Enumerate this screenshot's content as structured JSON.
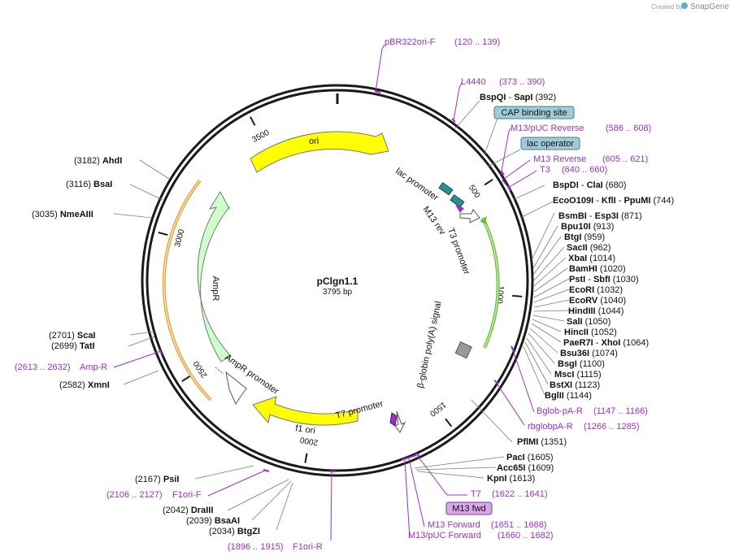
{
  "branding": {
    "created_by": "Created by",
    "app": "SnapGene"
  },
  "plasmid": {
    "name": "pClgn1.1",
    "size": "3795 bp"
  },
  "ticks": [
    {
      "label": "500",
      "angle": 57
    },
    {
      "label": "1000",
      "angle": 95
    },
    {
      "label": "1500",
      "angle": 142
    },
    {
      "label": "2000",
      "angle": 190
    },
    {
      "label": "2500",
      "angle": 237
    },
    {
      "label": "3000",
      "angle": 285
    },
    {
      "label": "3500",
      "angle": 332
    }
  ],
  "features": [
    {
      "name": "ori",
      "label": "ori",
      "color": "#ffff00"
    },
    {
      "name": "f1 ori",
      "label": "f1 ori",
      "color": "#ffff00"
    },
    {
      "name": "AmpR",
      "label": "AmpR",
      "color": "#ccffcc"
    },
    {
      "name": "AmpR promoter",
      "label": "AmpR promoter",
      "color": "#ffffff"
    },
    {
      "name": "β-globin poly(A) signal",
      "label": "β-globin poly(A) signal",
      "color": "#888888"
    },
    {
      "name": "lac promoter",
      "label": "lac promoter",
      "color": "#2f8f8f"
    },
    {
      "name": "M13 rev",
      "label": "M13 rev",
      "color": "#2f8f8f"
    },
    {
      "name": "T3 promoter",
      "label": "T3 promoter",
      "color": "#ffffff"
    },
    {
      "name": "T7 promoter",
      "label": "T7 promoter",
      "color": "#ffffff"
    }
  ],
  "boxed_features": [
    {
      "label": "CAP binding site",
      "color": "#9ecbd6"
    },
    {
      "label": "lac operator",
      "color": "#9ecbd6"
    },
    {
      "label": "M13 fwd",
      "color": "#d9a6e8"
    }
  ],
  "primers_right": [
    {
      "name": "pBR322ori-F",
      "range": "(120 .. 139)"
    },
    {
      "name": "L4440",
      "range": "(373 .. 390)"
    },
    {
      "name": "M13/pUC Reverse",
      "range": "(586 .. 608)"
    },
    {
      "name": "M13 Reverse",
      "range": "(605 .. 621)"
    },
    {
      "name": "T3",
      "range": "(640 .. 660)"
    },
    {
      "name": "Bglob-pA-R",
      "range": "(1147 .. 1166)"
    },
    {
      "name": "rbglobpA-R",
      "range": "(1266 .. 1285)"
    },
    {
      "name": "T7",
      "range": "(1622 .. 1641)"
    },
    {
      "name": "M13 Forward",
      "range": "(1651 .. 1668)"
    },
    {
      "name": "M13/pUC Forward",
      "range": "(1660 .. 1682)"
    },
    {
      "name": "F1ori-R",
      "range": "(1896 .. 1915)"
    }
  ],
  "primers_left": [
    {
      "name": "F1ori-F",
      "range": "(2106 .. 2127)"
    },
    {
      "name": "Amp-R",
      "range": "(2613 .. 2632)"
    }
  ],
  "sites_right": [
    {
      "names": [
        "BspQI",
        "SapI"
      ],
      "pos": "(392)"
    },
    {
      "names": [
        "BspDI",
        "ClaI"
      ],
      "pos": "(680)"
    },
    {
      "names": [
        "EcoO109I",
        "KflI",
        "PpuMI"
      ],
      "pos": "(744)"
    },
    {
      "names": [
        "BsmBI",
        "Esp3I"
      ],
      "pos": "(871)"
    },
    {
      "names": [
        "Bpu10I"
      ],
      "pos": "(913)"
    },
    {
      "names": [
        "BtgI"
      ],
      "pos": "(959)"
    },
    {
      "names": [
        "SacII"
      ],
      "pos": "(962)"
    },
    {
      "names": [
        "XbaI"
      ],
      "pos": "(1014)"
    },
    {
      "names": [
        "BamHI"
      ],
      "pos": "(1020)"
    },
    {
      "names": [
        "PstI",
        "SbfI"
      ],
      "pos": "(1030)"
    },
    {
      "names": [
        "EcoRI"
      ],
      "pos": "(1032)"
    },
    {
      "names": [
        "EcoRV"
      ],
      "pos": "(1040)"
    },
    {
      "names": [
        "HindIII"
      ],
      "pos": "(1044)"
    },
    {
      "names": [
        "SalI"
      ],
      "pos": "(1050)"
    },
    {
      "names": [
        "HincII"
      ],
      "pos": "(1052)"
    },
    {
      "names": [
        "PaeR7I",
        "XhoI"
      ],
      "pos": "(1064)"
    },
    {
      "names": [
        "Bsu36I"
      ],
      "pos": "(1074)"
    },
    {
      "names": [
        "BsgI"
      ],
      "pos": "(1100)"
    },
    {
      "names": [
        "MscI"
      ],
      "pos": "(1115)"
    },
    {
      "names": [
        "BstXI"
      ],
      "pos": "(1123)"
    },
    {
      "names": [
        "BglII"
      ],
      "pos": "(1144)"
    },
    {
      "names": [
        "PflMI"
      ],
      "pos": "(1351)"
    },
    {
      "names": [
        "PacI"
      ],
      "pos": "(1605)"
    },
    {
      "names": [
        "Acc65I"
      ],
      "pos": "(1609)"
    },
    {
      "names": [
        "KpnI"
      ],
      "pos": "(1613)"
    }
  ],
  "sites_left": [
    {
      "names": [
        "AhdI"
      ],
      "pos": "(3182)"
    },
    {
      "names": [
        "BsaI"
      ],
      "pos": "(3116)"
    },
    {
      "names": [
        "NmeAIII"
      ],
      "pos": "(3035)"
    },
    {
      "names": [
        "ScaI"
      ],
      "pos": "(2701)"
    },
    {
      "names": [
        "TatI"
      ],
      "pos": "(2699)"
    },
    {
      "names": [
        "XmnI"
      ],
      "pos": "(2582)"
    },
    {
      "names": [
        "PsiI"
      ],
      "pos": "(2167)"
    },
    {
      "names": [
        "DraIII"
      ],
      "pos": "(2042)"
    },
    {
      "names": [
        "BsaAI"
      ],
      "pos": "(2039)"
    },
    {
      "names": [
        "BtgZI"
      ],
      "pos": "(2034)"
    }
  ]
}
